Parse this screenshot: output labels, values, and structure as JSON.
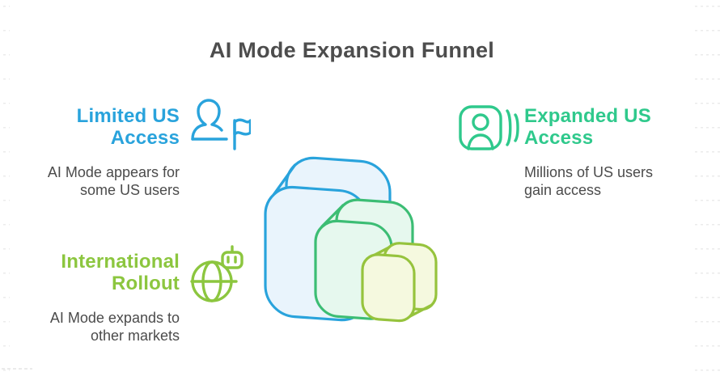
{
  "title": "AI Mode Expansion Funnel",
  "text_color": "#4D4D4D",
  "stages": [
    {
      "heading": "Limited US Access",
      "description": "AI Mode appears for some US users",
      "icon": "person-flag-icon",
      "accent": "#29A3DC"
    },
    {
      "heading": "Expanded US Access",
      "description": "Millions of US users gain access",
      "icon": "group-broadcast-icon",
      "accent": "#2FC98C"
    },
    {
      "heading": "International Rollout",
      "description": "AI Mode expands to other markets",
      "icon": "globe-robot-icon",
      "accent": "#8CC63F"
    }
  ],
  "funnel": {
    "description_order": "largest-to-smallest",
    "layers": [
      {
        "name": "limited-us-access-layer",
        "stroke": "#29A3DC",
        "fill": "#E9F4FC"
      },
      {
        "name": "expanded-us-access-layer",
        "stroke": "#3CBD74",
        "fill": "#E6F8EE"
      },
      {
        "name": "international-rollout-layer",
        "stroke": "#96C33D",
        "fill": "#F5F9DF"
      }
    ]
  }
}
